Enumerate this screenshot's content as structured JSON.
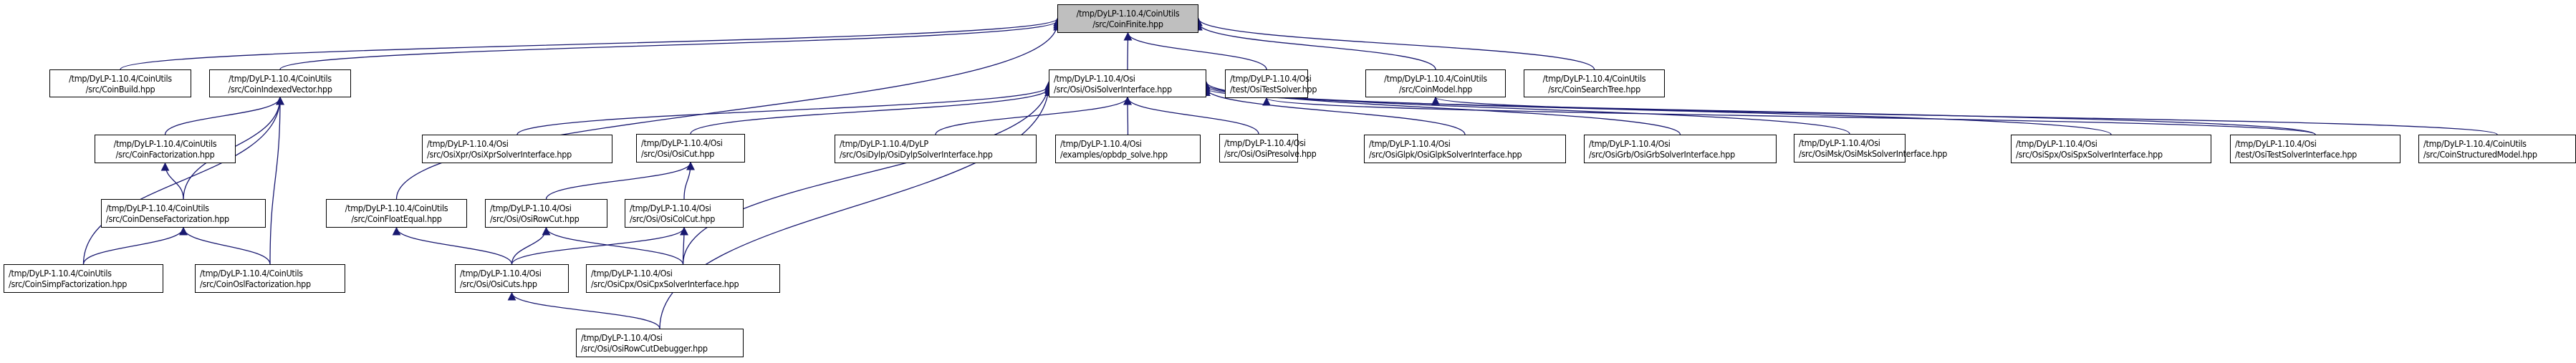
{
  "graph": {
    "type": "include-dependency-graph",
    "edge_color": "#191970",
    "root_fill": "#bfbfbf",
    "nodes": [
      {
        "id": "CoinFinite",
        "line1": "/tmp/DyLP-1.10.4/CoinUtils",
        "line2": "/src/CoinFinite.hpp",
        "root": true
      },
      {
        "id": "CoinBuild",
        "line1": "/tmp/DyLP-1.10.4/CoinUtils",
        "line2": "/src/CoinBuild.hpp"
      },
      {
        "id": "CoinIndexedVector",
        "line1": "/tmp/DyLP-1.10.4/CoinUtils",
        "line2": "/src/CoinIndexedVector.hpp"
      },
      {
        "id": "OsiSolverInterface",
        "line1": "/tmp/DyLP-1.10.4/Osi",
        "line2": "/src/Osi/OsiSolverInterface.hpp"
      },
      {
        "id": "OsiTestSolver",
        "line1": "/tmp/DyLP-1.10.4/Osi",
        "line2": "/test/OsiTestSolver.hpp"
      },
      {
        "id": "CoinModel",
        "line1": "/tmp/DyLP-1.10.4/CoinUtils",
        "line2": "/src/CoinModel.hpp"
      },
      {
        "id": "CoinSearchTree",
        "line1": "/tmp/DyLP-1.10.4/CoinUtils",
        "line2": "/src/CoinSearchTree.hpp"
      },
      {
        "id": "CoinFactorization",
        "line1": "/tmp/DyLP-1.10.4/CoinUtils",
        "line2": "/src/CoinFactorization.hpp"
      },
      {
        "id": "OsiXprSolverInterface",
        "line1": "/tmp/DyLP-1.10.4/Osi",
        "line2": "/src/OsiXpr/OsiXprSolverInterface.hpp"
      },
      {
        "id": "OsiCut",
        "line1": "/tmp/DyLP-1.10.4/Osi",
        "line2": "/src/Osi/OsiCut.hpp"
      },
      {
        "id": "OsiDylpSolverInterface",
        "line1": "/tmp/DyLP-1.10.4/DyLP",
        "line2": "/src/OsiDylp/OsiDylpSolverInterface.hpp"
      },
      {
        "id": "opbdp_solve",
        "line1": "/tmp/DyLP-1.10.4/Osi",
        "line2": "/examples/opbdp_solve.hpp"
      },
      {
        "id": "OsiPresolve",
        "line1": "/tmp/DyLP-1.10.4/Osi",
        "line2": "/src/Osi/OsiPresolve.hpp"
      },
      {
        "id": "OsiGlpkSolverInterface",
        "line1": "/tmp/DyLP-1.10.4/Osi",
        "line2": "/src/OsiGlpk/OsiGlpkSolverInterface.hpp"
      },
      {
        "id": "OsiGrbSolverInterface",
        "line1": "/tmp/DyLP-1.10.4/Osi",
        "line2": "/src/OsiGrb/OsiGrbSolverInterface.hpp"
      },
      {
        "id": "OsiMskSolverInterface",
        "line1": "/tmp/DyLP-1.10.4/Osi",
        "line2": "/src/OsiMsk/OsiMskSolverInterface.hpp"
      },
      {
        "id": "OsiSpxSolverInterface",
        "line1": "/tmp/DyLP-1.10.4/Osi",
        "line2": "/src/OsiSpx/OsiSpxSolverInterface.hpp"
      },
      {
        "id": "OsiTestSolverInterface",
        "line1": "/tmp/DyLP-1.10.4/Osi",
        "line2": "/test/OsiTestSolverInterface.hpp"
      },
      {
        "id": "CoinStructuredModel",
        "line1": "/tmp/DyLP-1.10.4/CoinUtils",
        "line2": "/src/CoinStructuredModel.hpp"
      },
      {
        "id": "CoinDenseFactorization",
        "line1": "/tmp/DyLP-1.10.4/CoinUtils",
        "line2": "/src/CoinDenseFactorization.hpp"
      },
      {
        "id": "CoinFloatEqual",
        "line1": "/tmp/DyLP-1.10.4/CoinUtils",
        "line2": "/src/CoinFloatEqual.hpp"
      },
      {
        "id": "OsiRowCut",
        "line1": "/tmp/DyLP-1.10.4/Osi",
        "line2": "/src/Osi/OsiRowCut.hpp"
      },
      {
        "id": "OsiColCut",
        "line1": "/tmp/DyLP-1.10.4/Osi",
        "line2": "/src/Osi/OsiColCut.hpp"
      },
      {
        "id": "CoinSimpFactorization",
        "line1": "/tmp/DyLP-1.10.4/CoinUtils",
        "line2": "/src/CoinSimpFactorization.hpp"
      },
      {
        "id": "CoinOslFactorization",
        "line1": "/tmp/DyLP-1.10.4/CoinUtils",
        "line2": "/src/CoinOslFactorization.hpp"
      },
      {
        "id": "OsiCuts",
        "line1": "/tmp/DyLP-1.10.4/Osi",
        "line2": "/src/Osi/OsiCuts.hpp"
      },
      {
        "id": "OsiCpxSolverInterface",
        "line1": "/tmp/DyLP-1.10.4/Osi",
        "line2": "/src/OsiCpx/OsiCpxSolverInterface.hpp"
      },
      {
        "id": "OsiRowCutDebugger",
        "line1": "/tmp/DyLP-1.10.4/Osi",
        "line2": "/src/Osi/OsiRowCutDebugger.hpp"
      }
    ],
    "edges": [
      [
        "CoinBuild",
        "CoinFinite"
      ],
      [
        "CoinIndexedVector",
        "CoinFinite"
      ],
      [
        "CoinFloatEqual",
        "CoinFinite"
      ],
      [
        "OsiSolverInterface",
        "CoinFinite"
      ],
      [
        "OsiTestSolver",
        "CoinFinite"
      ],
      [
        "CoinModel",
        "CoinFinite"
      ],
      [
        "CoinSearchTree",
        "CoinFinite"
      ],
      [
        "CoinFactorization",
        "CoinIndexedVector"
      ],
      [
        "CoinDenseFactorization",
        "CoinIndexedVector"
      ],
      [
        "CoinSimpFactorization",
        "CoinIndexedVector"
      ],
      [
        "CoinOslFactorization",
        "CoinIndexedVector"
      ],
      [
        "CoinDenseFactorization",
        "CoinFactorization"
      ],
      [
        "CoinSimpFactorization",
        "CoinDenseFactorization"
      ],
      [
        "CoinOslFactorization",
        "CoinDenseFactorization"
      ],
      [
        "OsiXprSolverInterface",
        "OsiSolverInterface"
      ],
      [
        "OsiCut",
        "OsiSolverInterface"
      ],
      [
        "OsiDylpSolverInterface",
        "OsiSolverInterface"
      ],
      [
        "opbdp_solve",
        "OsiSolverInterface"
      ],
      [
        "OsiPresolve",
        "OsiSolverInterface"
      ],
      [
        "OsiGlpkSolverInterface",
        "OsiSolverInterface"
      ],
      [
        "OsiGrbSolverInterface",
        "OsiSolverInterface"
      ],
      [
        "OsiMskSolverInterface",
        "OsiSolverInterface"
      ],
      [
        "OsiSpxSolverInterface",
        "OsiSolverInterface"
      ],
      [
        "OsiTestSolverInterface",
        "OsiSolverInterface"
      ],
      [
        "OsiCpxSolverInterface",
        "OsiSolverInterface"
      ],
      [
        "OsiRowCutDebugger",
        "OsiSolverInterface"
      ],
      [
        "OsiTestSolverInterface",
        "OsiTestSolver"
      ],
      [
        "CoinStructuredModel",
        "CoinModel"
      ],
      [
        "OsiRowCut",
        "OsiCut"
      ],
      [
        "OsiColCut",
        "OsiCut"
      ],
      [
        "OsiCuts",
        "CoinFloatEqual"
      ],
      [
        "OsiCuts",
        "OsiRowCut"
      ],
      [
        "OsiCuts",
        "OsiColCut"
      ],
      [
        "OsiCpxSolverInterface",
        "OsiRowCut"
      ],
      [
        "OsiCpxSolverInterface",
        "OsiColCut"
      ],
      [
        "OsiRowCutDebugger",
        "OsiCuts"
      ]
    ]
  }
}
